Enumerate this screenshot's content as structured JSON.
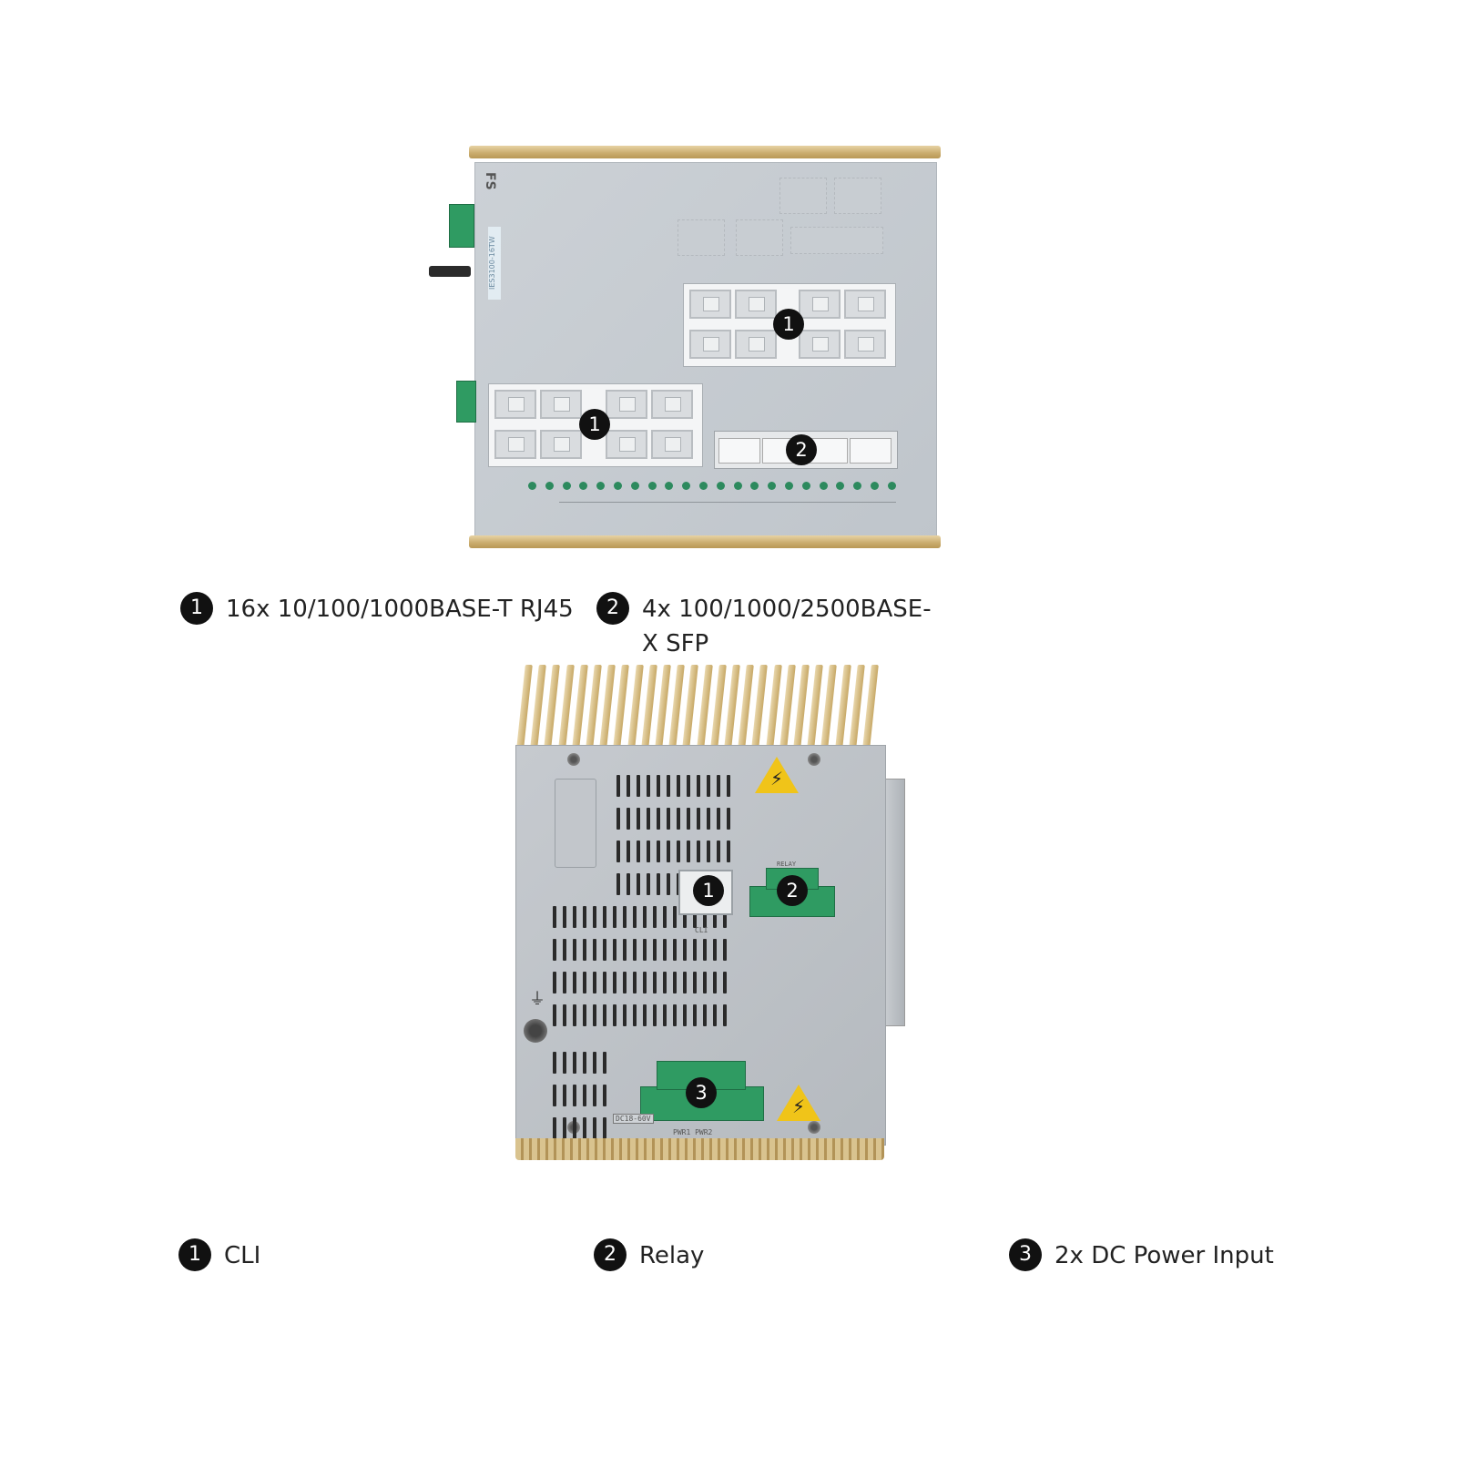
{
  "front_legend": [
    {
      "marker": "1",
      "text": "16x 10/100/1000BASE-T RJ45"
    },
    {
      "marker": "2",
      "text": "4x 100/1000/2500BASE-X SFP"
    }
  ],
  "rear_legend": [
    {
      "marker": "1",
      "text": "CLI"
    },
    {
      "marker": "2",
      "text": "Relay"
    },
    {
      "marker": "3",
      "text": "2x DC Power Input"
    }
  ],
  "front_markers": [
    "1",
    "1",
    "2"
  ],
  "rear_markers": [
    "1",
    "2",
    "3"
  ],
  "device": {
    "brand": "FS",
    "model_label": "IES3100-16TW",
    "rear_cli_label": "CLI",
    "rear_relay_label": "RELAY",
    "rear_power_label": "DC18-60V",
    "rear_pwr_label": "PWR1 PWR2"
  },
  "colors": {
    "accent_gold": "#c9ab6c",
    "terminal_green": "#2f9b62",
    "warning_yellow": "#f0c419",
    "marker_black": "#111111"
  }
}
